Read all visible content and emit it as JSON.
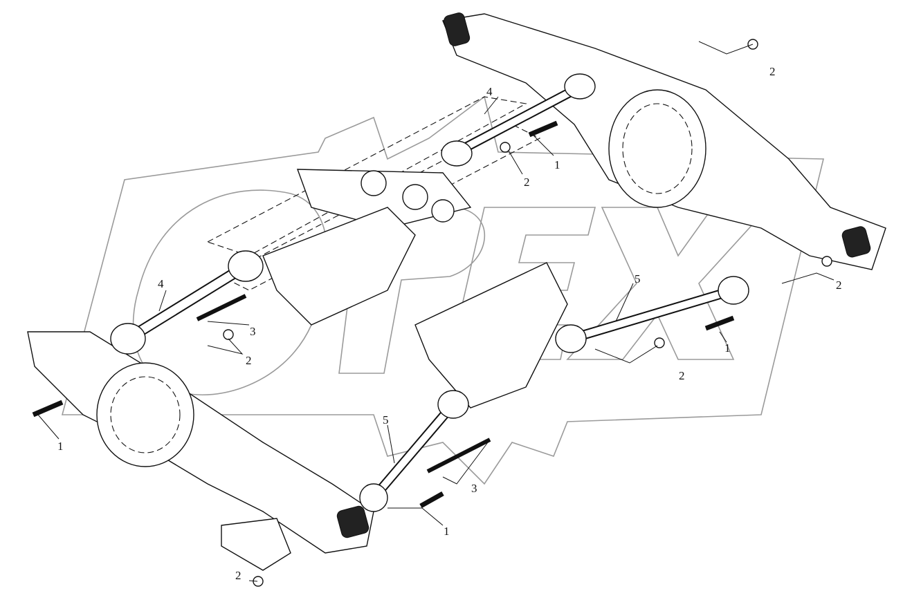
{
  "diagram": {
    "watermark": "OPEX",
    "callouts": [
      {
        "id": "c1",
        "label": "2",
        "part": "nut"
      },
      {
        "id": "c2",
        "label": "4",
        "part": "upper-reaction-rod"
      },
      {
        "id": "c3",
        "label": "1",
        "part": "bolt"
      },
      {
        "id": "c4",
        "label": "2",
        "part": "nut"
      },
      {
        "id": "c5",
        "label": "4",
        "part": "upper-reaction-rod"
      },
      {
        "id": "c6",
        "label": "3",
        "part": "long-bolt"
      },
      {
        "id": "c7",
        "label": "2",
        "part": "nut"
      },
      {
        "id": "c8",
        "label": "5",
        "part": "lower-reaction-rod"
      },
      {
        "id": "c9",
        "label": "2",
        "part": "nut"
      },
      {
        "id": "c10",
        "label": "1",
        "part": "bolt"
      },
      {
        "id": "c11",
        "label": "2",
        "part": "nut"
      },
      {
        "id": "c12",
        "label": "1",
        "part": "bolt"
      },
      {
        "id": "c13",
        "label": "5",
        "part": "lower-reaction-rod"
      },
      {
        "id": "c14",
        "label": "3",
        "part": "long-bolt"
      },
      {
        "id": "c15",
        "label": "1",
        "part": "bolt"
      },
      {
        "id": "c16",
        "label": "2",
        "part": "nut"
      }
    ]
  }
}
